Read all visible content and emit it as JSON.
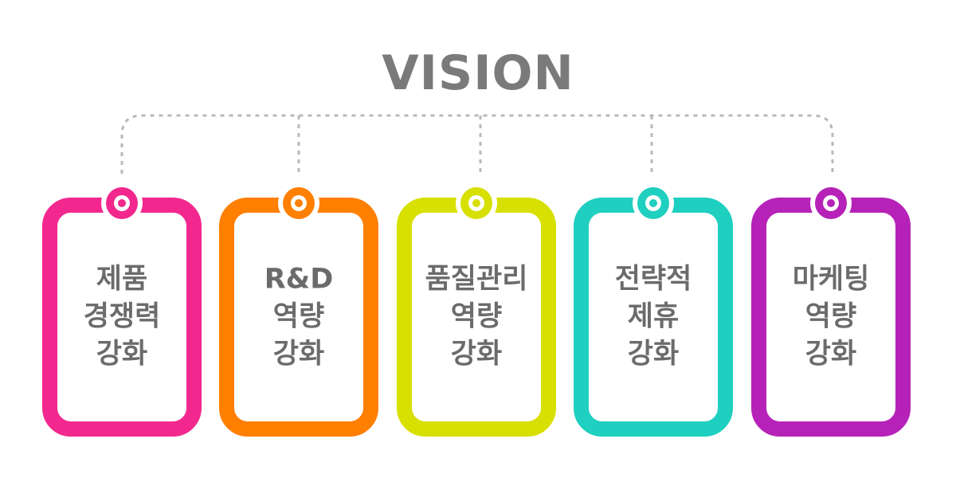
{
  "title": "VISION",
  "connector_color": "#b9b9b9",
  "text_color": "#6b6b6b",
  "cards": [
    {
      "lines": [
        "제품",
        "경쟁력",
        "강화"
      ],
      "color": "#f2288e"
    },
    {
      "lines": [
        "R&D",
        "역량",
        "강화"
      ],
      "color": "#ff7f00"
    },
    {
      "lines": [
        "품질관리",
        "역량",
        "강화"
      ],
      "color": "#d7e000"
    },
    {
      "lines": [
        "전략적",
        "제휴",
        "강화"
      ],
      "color": "#1fcfbf"
    },
    {
      "lines": [
        "마케팅",
        "역량",
        "강화"
      ],
      "color": "#b622b8"
    }
  ]
}
